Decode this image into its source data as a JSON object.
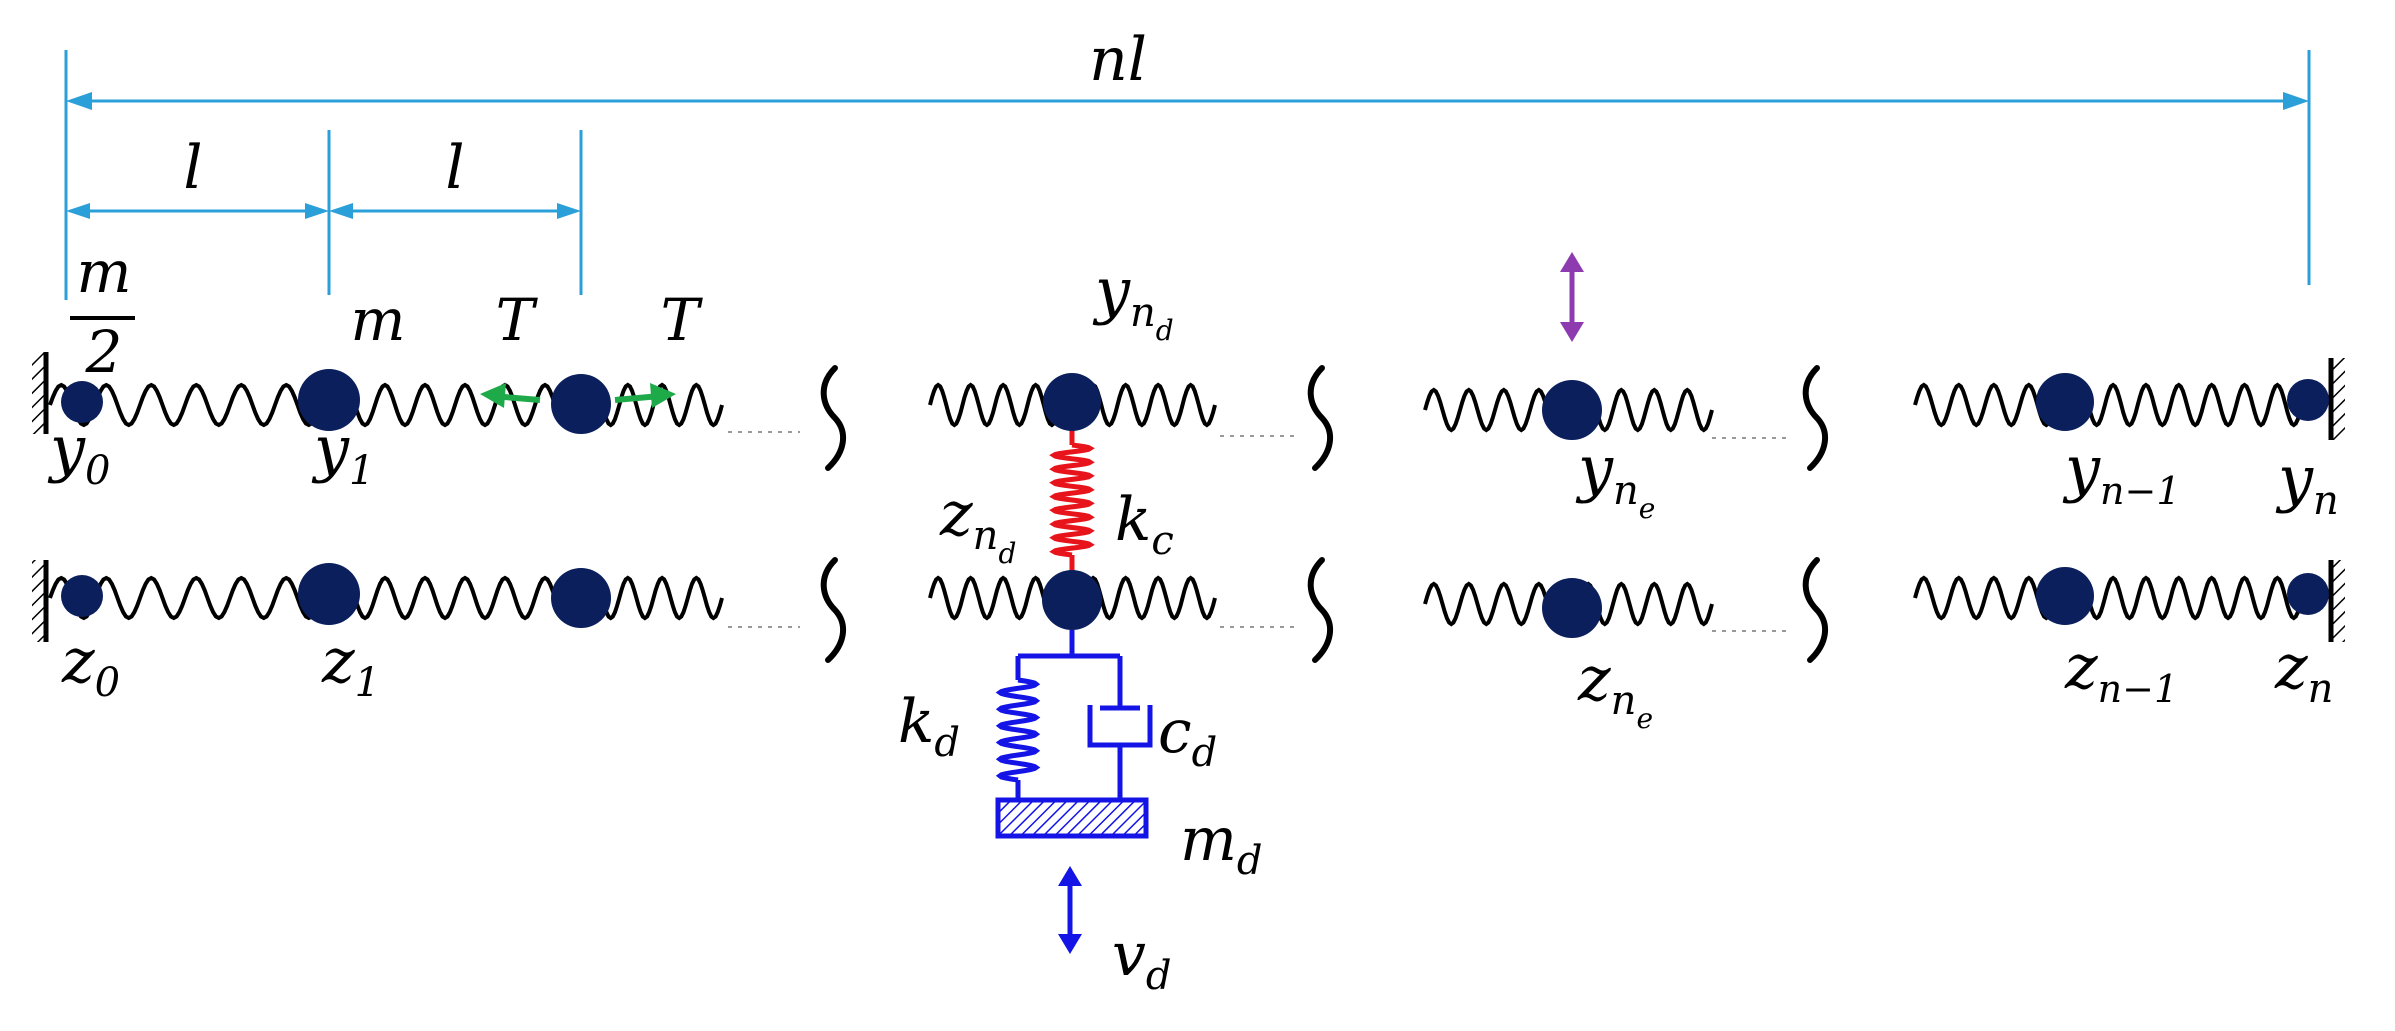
{
  "colors": {
    "dimension": "#2b9fd8",
    "mass": "#0a1f5c",
    "spring": "#000000",
    "coupling_spring": "#e8141b",
    "damper_assembly": "#1414e6",
    "tension_arrow": "#1faa4a",
    "excitation_arrow": "#8e3bb0",
    "damper_arrow": "#1414e6"
  },
  "dimensions": {
    "total": "nl",
    "seg1": "l",
    "seg2": "l"
  },
  "labels": {
    "half_mass": {
      "num": "m",
      "den": "2"
    },
    "mass": "m",
    "tension_left": "T",
    "tension_right": "T",
    "kc": {
      "base": "k",
      "sub": "c"
    },
    "kd": {
      "base": "k",
      "sub": "d"
    },
    "cd": {
      "base": "c",
      "sub": "d"
    },
    "md": {
      "base": "m",
      "sub": "d"
    },
    "vd": {
      "base": "v",
      "sub": "d"
    },
    "top": {
      "y0": {
        "base": "y",
        "sub": "0"
      },
      "y1": {
        "base": "y",
        "sub": "1"
      },
      "ynd": {
        "base": "y",
        "sub": "n",
        "subsub": "d"
      },
      "yne": {
        "base": "y",
        "sub": "n",
        "subsub": "e"
      },
      "yn1": {
        "base": "y",
        "sub": "n−1"
      },
      "yn": {
        "base": "y",
        "sub": "n"
      }
    },
    "bottom": {
      "z0": {
        "base": "z",
        "sub": "0"
      },
      "z1": {
        "base": "z",
        "sub": "1"
      },
      "znd": {
        "base": "z",
        "sub": "n",
        "subsub": "d"
      },
      "zne": {
        "base": "z",
        "sub": "n",
        "subsub": "e"
      },
      "zn1": {
        "base": "z",
        "sub": "n−1"
      },
      "zn": {
        "base": "z",
        "sub": "n"
      }
    }
  }
}
